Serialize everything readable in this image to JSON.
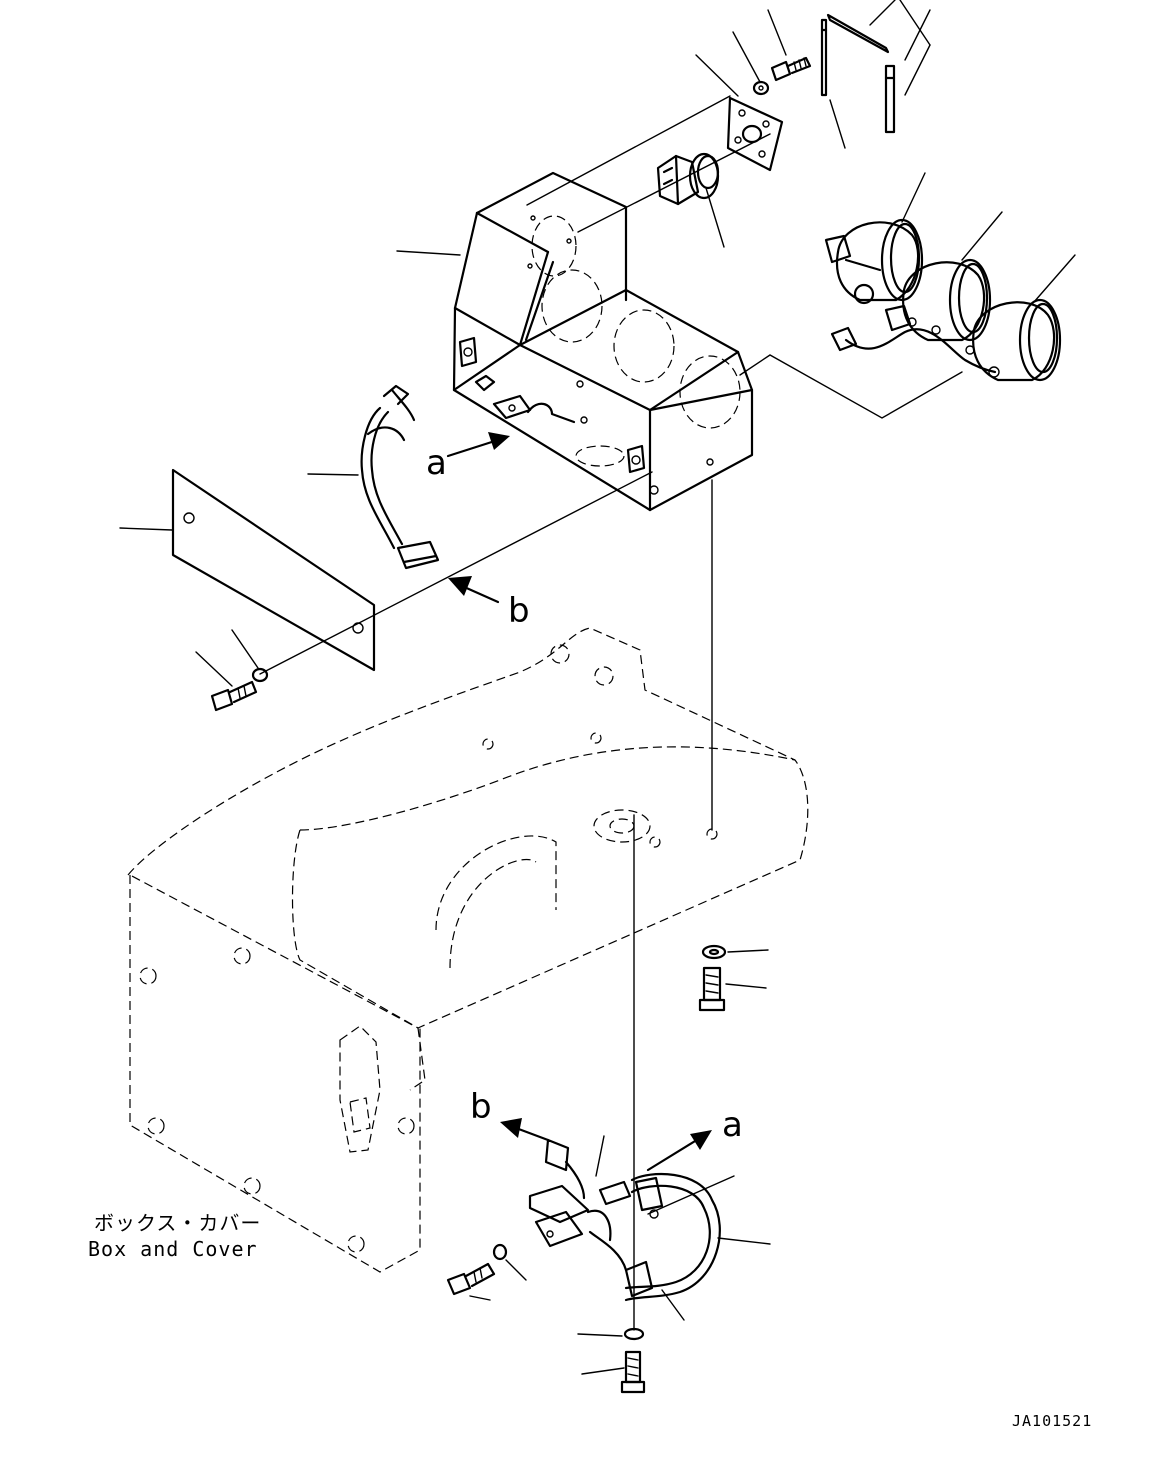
{
  "labels": {
    "callout_a": "a",
    "callout_b": "b",
    "box_cover_jp": "ボックス・カバー",
    "box_cover_en": "Box and Cover",
    "drawing_code": "JA101521"
  },
  "colors": {
    "line": "#000000",
    "background": "#ffffff"
  }
}
